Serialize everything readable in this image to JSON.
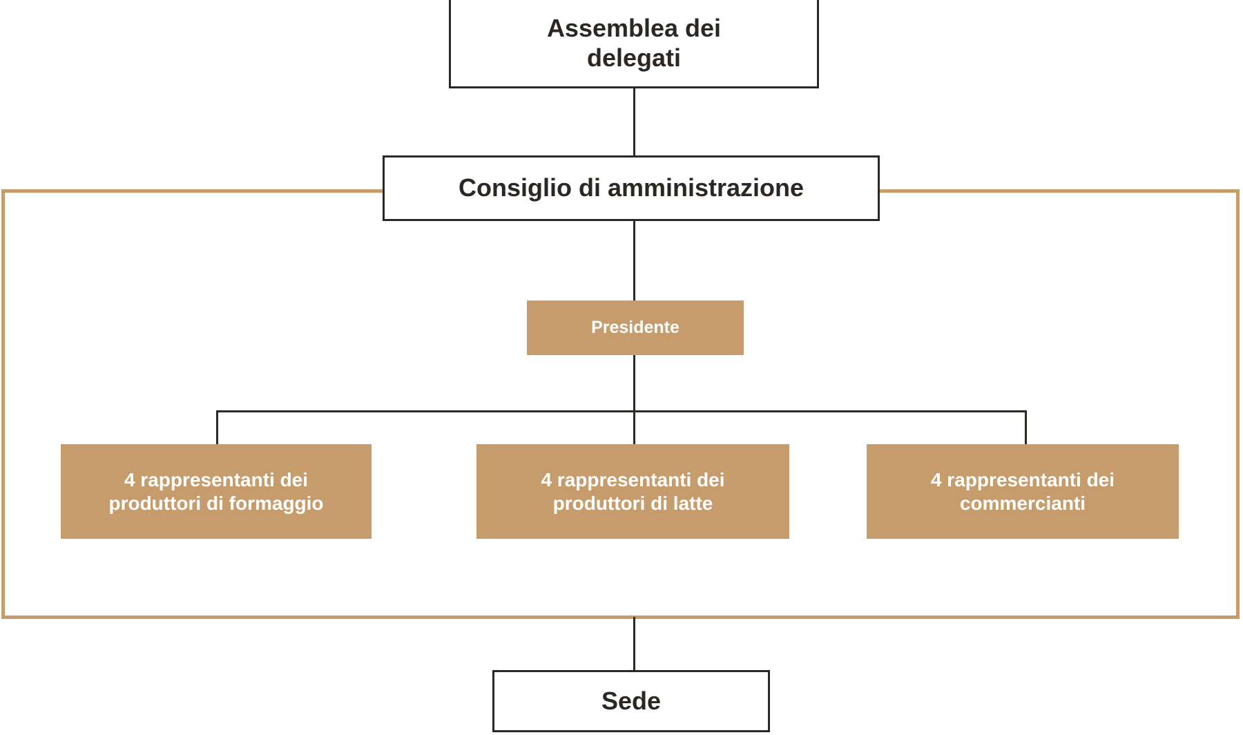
{
  "diagram": {
    "type": "organizational-chart",
    "language": "it",
    "background_color": "#ffffff",
    "colors": {
      "outline_stroke": "#2b2723",
      "accent_fill": "#c69c6d",
      "accent_text": "#ffffff",
      "outline_text": "#2b2723",
      "group_border": "#c69c6d"
    },
    "nodes": [
      {
        "id": "assemblea",
        "label": "Assemblea dei delegati",
        "label_lines": [
          "Assemblea dei",
          "delegati"
        ],
        "style": "outline",
        "level": 0
      },
      {
        "id": "consiglio",
        "label": "Consiglio di amministrazione",
        "label_lines": [
          "Consiglio di amministrazione"
        ],
        "style": "outline",
        "level": 1
      },
      {
        "id": "presidente",
        "label": "Presidente",
        "label_lines": [
          "Presidente"
        ],
        "style": "filled",
        "level": 2
      },
      {
        "id": "rep-formaggio",
        "label": "4 rappresentanti dei produttori di formaggio",
        "label_lines": [
          "4 rappresentanti dei",
          "produttori di formaggio"
        ],
        "style": "filled",
        "level": 3
      },
      {
        "id": "rep-latte",
        "label": "4 rappresentanti dei produttori di latte",
        "label_lines": [
          "4 rappresentanti dei",
          "produttori di latte"
        ],
        "style": "filled",
        "level": 3
      },
      {
        "id": "rep-commercianti",
        "label": "4 rappresentanti dei commercianti",
        "label_lines": [
          "4 rappresentanti dei",
          "commercianti"
        ],
        "style": "filled",
        "level": 3
      },
      {
        "id": "sede",
        "label": "Sede",
        "label_lines": [
          "Sede"
        ],
        "style": "outline",
        "level": 4
      }
    ],
    "edges": [
      {
        "from": "assemblea",
        "to": "consiglio"
      },
      {
        "from": "consiglio",
        "to": "presidente"
      },
      {
        "from": "presidente",
        "to": "rep-formaggio"
      },
      {
        "from": "presidente",
        "to": "rep-latte"
      },
      {
        "from": "presidente",
        "to": "rep-commercianti"
      },
      {
        "from": "group",
        "to": "sede"
      }
    ],
    "group": {
      "id": "consiglio-group",
      "label": "",
      "contains": [
        "presidente",
        "rep-formaggio",
        "rep-latte",
        "rep-commercianti"
      ]
    }
  }
}
